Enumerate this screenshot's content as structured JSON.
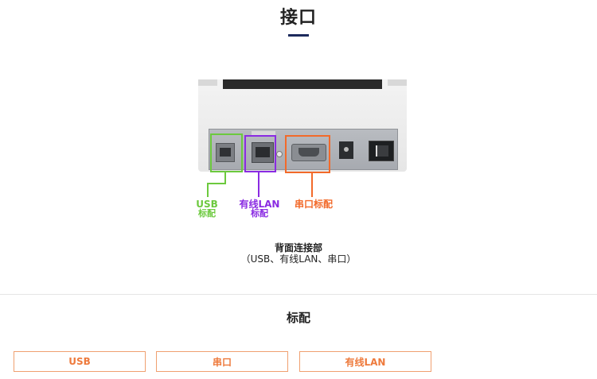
{
  "header": {
    "title": "接口"
  },
  "diagram": {
    "usb_label": {
      "line1": "USB",
      "line2": "标配"
    },
    "lan_label": {
      "line1": "有线LAN",
      "line2": "标配"
    },
    "serial_label": "串口标配",
    "caption": {
      "line1": "背面连接部",
      "line2": "（USB、有线LAN、串口）"
    }
  },
  "standard": {
    "title": "标配",
    "tags": [
      "USB",
      "串口",
      "有线LAN"
    ]
  },
  "colors": {
    "usb": "#6cc93e",
    "lan": "#8a2be2",
    "serial": "#f26a2a",
    "tag_text": "#ee7a3c",
    "title_bar": "#1c2a5c"
  }
}
